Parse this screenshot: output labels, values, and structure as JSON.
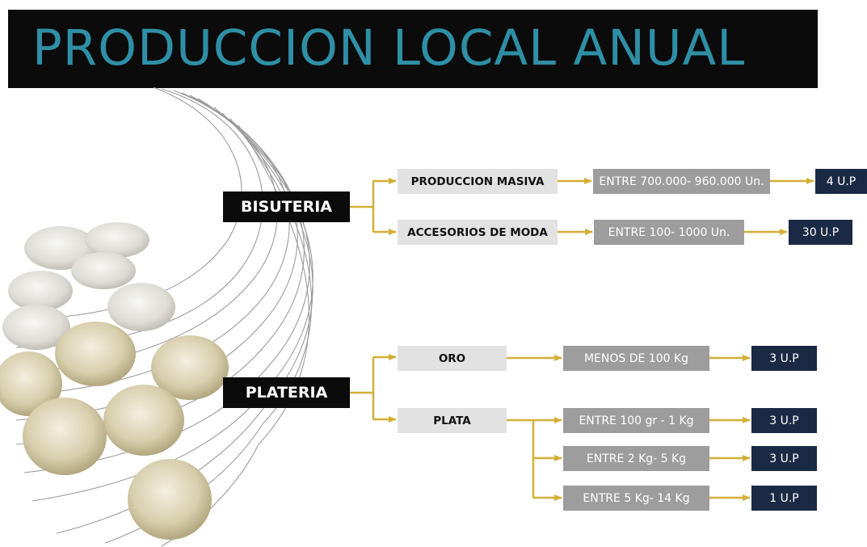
{
  "title": "PRODUCCION LOCAL ANUAL",
  "colors": {
    "title_text": "#2e8fa6",
    "title_bg": "#0b0b0b",
    "arrow": "#d4af37",
    "sub_bg": "#e2e2e2",
    "range_bg": "#9d9d9d",
    "up_bg": "#1b2a44"
  },
  "bisuteria": {
    "label": "BISUTERIA",
    "items": [
      {
        "name": "PRODUCCION MASIVA",
        "range": "ENTRE 700.000- 960.000 Un.",
        "up": "4 U.P"
      },
      {
        "name": "ACCESORIOS DE MODA",
        "range": "ENTRE 100- 1000 Un.",
        "up": "30 U.P"
      }
    ]
  },
  "plateria": {
    "label": "PLATERIA",
    "oro": {
      "name": "ORO",
      "range": "MENOS DE 100 Kg",
      "up": "3 U.P"
    },
    "plata": {
      "name": "PLATA",
      "rows": [
        {
          "range": "ENTRE 100 gr - 1 Kg",
          "up": "3 U.P"
        },
        {
          "range": "ENTRE 2 Kg- 5 Kg",
          "up": "3 U.P"
        },
        {
          "range": "ENTRE 5 Kg- 14 Kg",
          "up": "1 U.P"
        }
      ]
    }
  }
}
